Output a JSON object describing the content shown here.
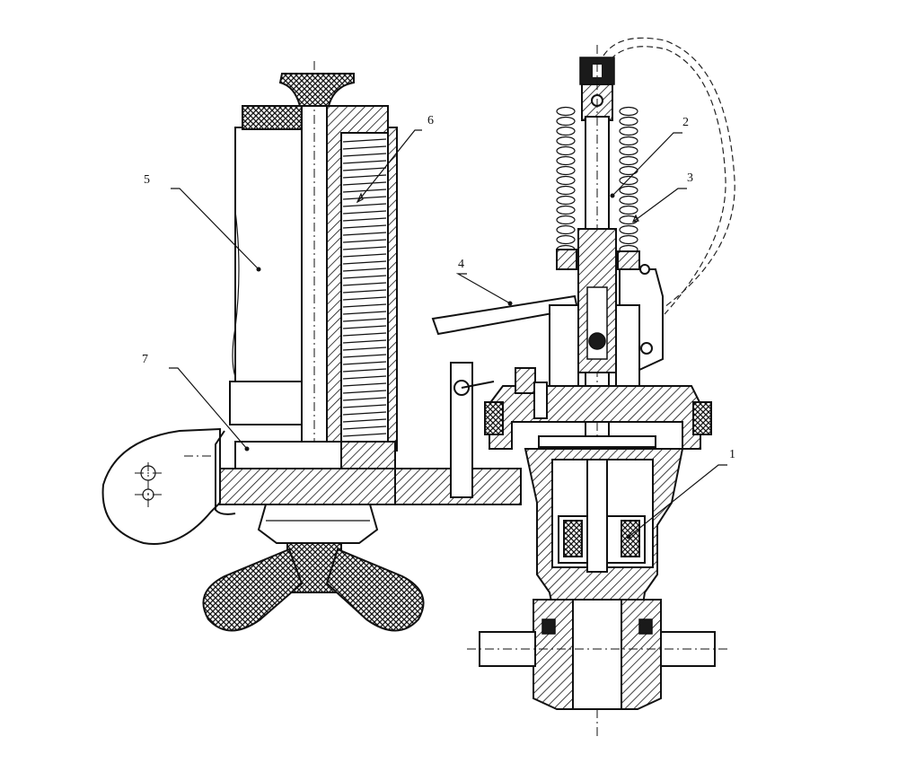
{
  "callouts": {
    "n1": "1",
    "n2": "2",
    "n3": "3",
    "n4": "4",
    "n5": "5",
    "n6": "6",
    "n7": "7"
  }
}
